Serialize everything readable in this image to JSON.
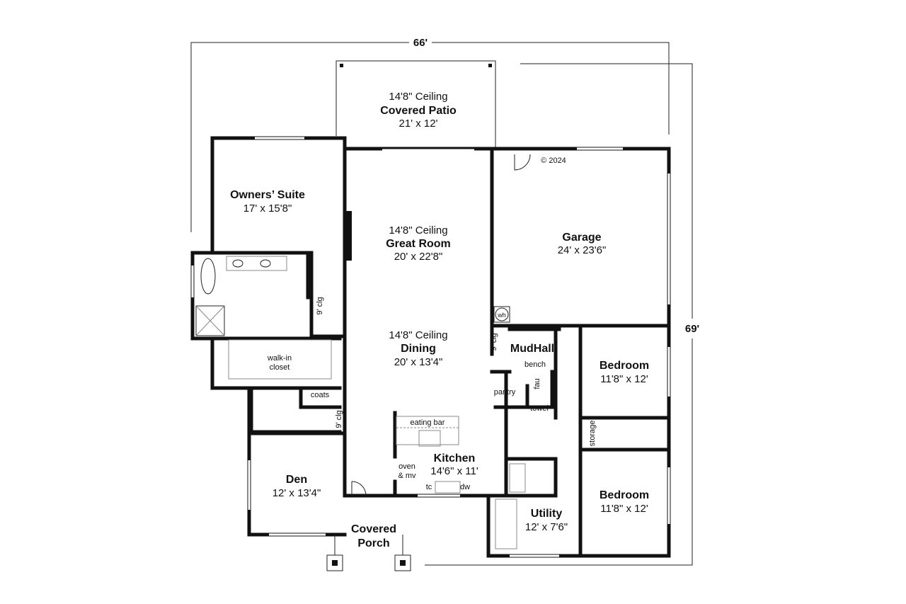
{
  "overall": {
    "width": "66'",
    "depth": "69'"
  },
  "copyright": "© 2024",
  "rooms": {
    "patio": {
      "ceiling": "14'8\" Ceiling",
      "name": "Covered Patio",
      "size": "21' x 12'"
    },
    "owners_suite": {
      "name": "Owners’ Suite",
      "size": "17' x 15'8\""
    },
    "great_room": {
      "ceiling": "14'8\" Ceiling",
      "name": "Great Room",
      "size": "20' x 22'8\""
    },
    "garage": {
      "name": "Garage",
      "size": "24' x 23'6\""
    },
    "dining": {
      "ceiling": "14'8\" Ceiling",
      "name": "Dining",
      "size": "20' x 13'4\""
    },
    "mudhall": {
      "name": "MudHall"
    },
    "bedroom1": {
      "name": "Bedroom",
      "size": "11'8\" x 12'"
    },
    "bedroom2": {
      "name": "Bedroom",
      "size": "11'8\" x 12'"
    },
    "kitchen": {
      "name": "Kitchen",
      "size": "14'6\" x 11'"
    },
    "den": {
      "name": "Den",
      "size": "12' x 13'4\""
    },
    "utility": {
      "name": "Utility",
      "size": "12' x 7'6\""
    },
    "porch": {
      "name1": "Covered",
      "name2": "Porch"
    }
  },
  "labels": {
    "walk_in1": "walk-in",
    "walk_in2": "closet",
    "coats": "coats",
    "clg": "9' clg",
    "wh": "wh",
    "bench": "bench",
    "pantry": "pantry",
    "fau": "fau",
    "towel": "towel",
    "storage": "storage",
    "eating_bar": "eating bar",
    "oven1": "oven",
    "oven2": "& mv",
    "tc": "tc",
    "dw": "dw"
  }
}
